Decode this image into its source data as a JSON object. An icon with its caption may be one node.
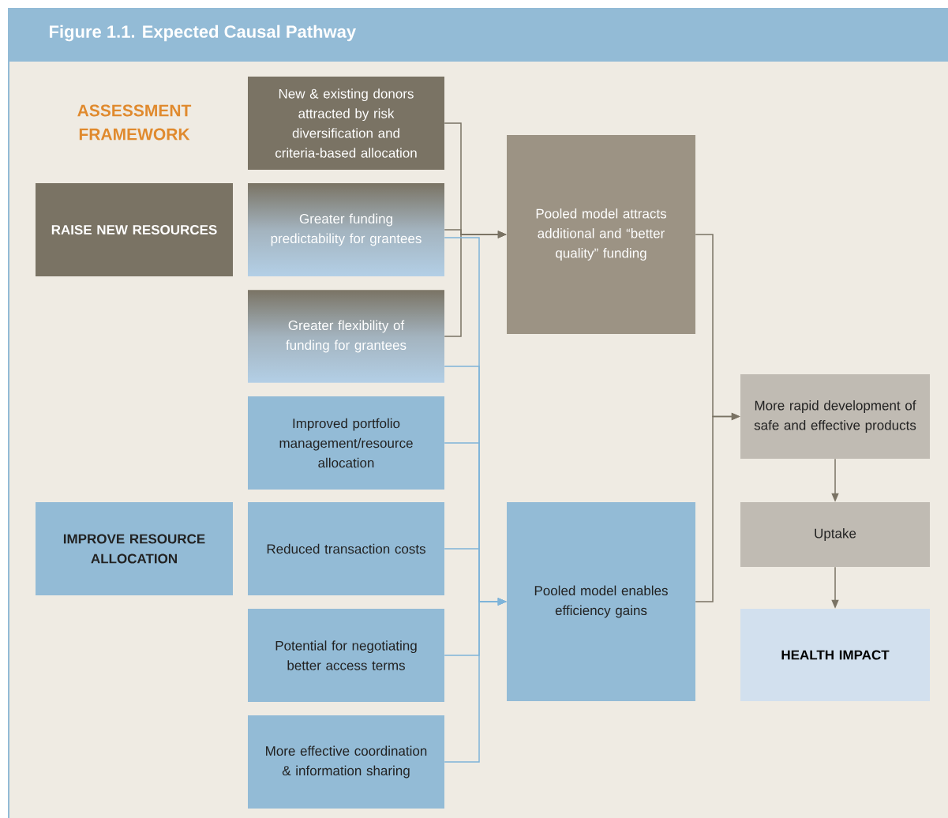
{
  "diagram": {
    "title": "Figure 1.1. Expected Causal Pathway",
    "nodes": [
      {
        "text": [
          "RAISE NEW RESOURCES"
        ]
      },
      {
        "text": [
          "New & existing donors attracted by risk diversification and criteria-based allocation"
        ]
      },
      {
        "text": [
          "Greater funding predictability for grantees"
        ]
      },
      {
        "text": [
          "Greater flexibility of funding for grantees"
        ]
      },
      {
        "text": [
          "Pooled model attracts additional and “better quality” funding"
        ]
      },
      {
        "text": [
          "Improved portfolio management/resource allocation"
        ]
      },
      {
        "text": [
          "IMPROVE RESOURCE ALLOCATION"
        ]
      },
      {
        "text": [
          "Reduced transaction costs"
        ]
      },
      {
        "text": [
          "Potential for negotiating better access terms"
        ]
      },
      {
        "text": [
          "More effective coordination & information sharing"
        ]
      },
      {
        "text": [
          "Pooled model enables efficiency gains"
        ]
      },
      {
        "text": [
          "More rapid development of safe and effective products"
        ]
      },
      {
        "text": [
          "Uptake"
        ]
      },
      {
        "text": [
          "HEALTH IMPACT"
        ]
      }
    ],
    "edges": [
      {
        "from": 1,
        "to": 4,
        "arrow": "to"
      },
      {
        "from": 2,
        "to": 4,
        "arrow": "to"
      },
      {
        "from": 3,
        "to": 4,
        "arrow": "to"
      },
      {
        "from": 2,
        "to": 10,
        "arrow": "to",
        "color": "#7fb4d9"
      },
      {
        "from": 3,
        "to": 10,
        "arrow": "to",
        "color": "#7fb4d9"
      },
      {
        "from": 5,
        "to": 10,
        "arrow": "to",
        "color": "#7fb4d9"
      },
      {
        "from": 7,
        "to": 10,
        "arrow": "to",
        "color": "#7fb4d9"
      },
      {
        "from": 8,
        "to": 10,
        "arrow": "to",
        "color": "#7fb4d9"
      },
      {
        "from": 9,
        "to": 10,
        "arrow": "to",
        "color": "#7fb4d9"
      },
      {
        "from": 4,
        "to": 11,
        "arrow": "to"
      },
      {
        "from": 10,
        "to": 11,
        "arrow": "to"
      },
      {
        "from": 11,
        "to": 12,
        "arrow": "to"
      },
      {
        "from": 12,
        "to": 13,
        "arrow": "to"
      }
    ],
    "labels": [
      "ASSESSMENT FRAMEWORK"
    ]
  }
}
